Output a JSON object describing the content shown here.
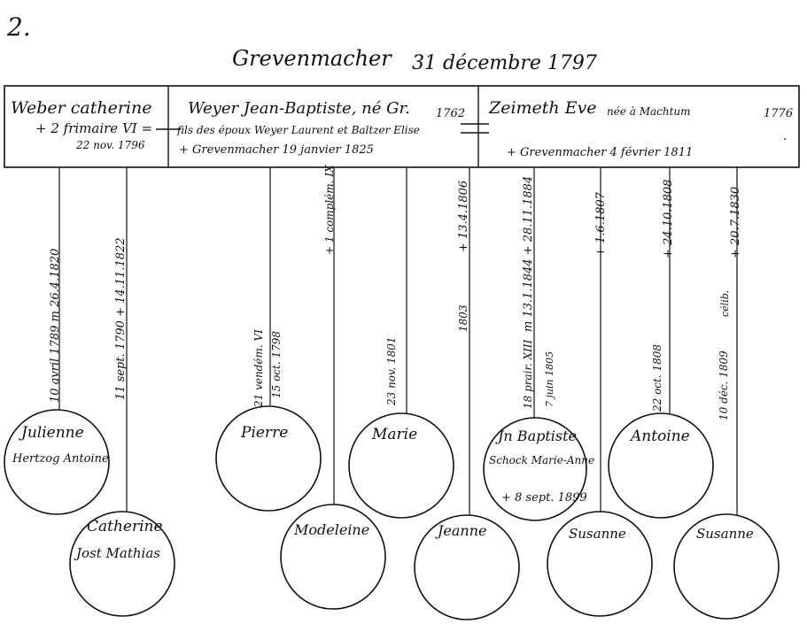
{
  "page_number": "2.",
  "title": {
    "place": "Grevenmacher",
    "date": "31 décembre 1797"
  },
  "header": {
    "left": {
      "name": "Weber catherine",
      "death": "+ 2 frimaire VI =",
      "death_greg": "22 nov. 1796"
    },
    "center": {
      "name": "Weyer Jean-Baptiste, né Gr.",
      "year": "1762",
      "parents": "fils des époux Weyer Laurent et Baltzer Elise",
      "death": "+ Grevenmacher 19 janvier 1825"
    },
    "right": {
      "name": "Zeimeth Eve",
      "born_at": "née à Machtum",
      "year": "1776",
      "death": "+ Grevenmacher 4 février 1811"
    }
  },
  "children": [
    {
      "name": "Julienne",
      "spouse": "Hertzog Antoine",
      "dates": "10 avril 1789 m 26.4.1820"
    },
    {
      "name": "Catherine",
      "spouse": "Jost Mathias",
      "dates": "11 sept. 1790 + 14.11.1822"
    },
    {
      "name": "Pierre",
      "spouse": "",
      "dates": "21 vendém. VI  15 oct. 1798"
    },
    {
      "name": "Modeleine",
      "spouse": "",
      "dates": "+ 1 complém. IX"
    },
    {
      "name": "Marie",
      "spouse": "",
      "dates": "23 nov. 1801"
    },
    {
      "name": "Jeanne",
      "spouse": "",
      "dates": "1803   + 13.4.1806"
    },
    {
      "name": "Jn Baptiste",
      "spouse": "Schock Marie-Anne",
      "extra": "+ 8 sept. 1899",
      "dates": "18 prair. XIII  7 juin 1805  m 13.1.1844 + 28.11.1884"
    },
    {
      "name": "Susanne",
      "spouse": "",
      "dates": "+ 1.6.1807"
    },
    {
      "name": "Antoine",
      "spouse": "",
      "dates": "22 oct. 1808   + 24.10.1808"
    },
    {
      "name": "Susanne",
      "spouse": "",
      "dates": "10 déc. 1809  célib.  + 20.7.1830"
    }
  ],
  "vertical_labels": {
    "julienne": "10 avril 1789 m 26.4.1820",
    "catherine": "11 sept. 1790 + 14.11.1822",
    "pierre_a": "21 vendém. VI",
    "pierre_b": "15 oct. 1798",
    "modeleine": "+ 1 complém. IX",
    "marie": "23 nov. 1801",
    "jeanne_a": "1803",
    "jeanne_b": "+ 13.4.1806",
    "jb_a": "18 prair. XIII",
    "jb_b": "7 juin 1805",
    "jb_c": "m 13.1.1844 + 28.11.1884",
    "susanne1": "+ 1.6.1807",
    "antoine_a": "22 oct. 1808",
    "antoine_b": "+ 24.10.1808",
    "susanne2_a": "10 déc. 1809",
    "susanne2_b": "célib.",
    "susanne2_c": "+ 20.7.1830"
  }
}
